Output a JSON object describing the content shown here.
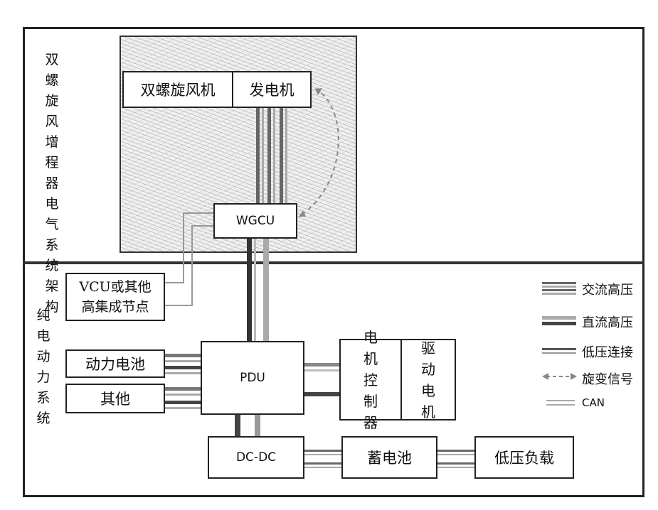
{
  "left_labels": {
    "top": "双螺旋风增程器电气系统架构",
    "bottom": "纯电动力系统"
  },
  "components": {
    "fan": "双螺旋风机",
    "generator": "发电机",
    "wgcu": "WGCU",
    "vcu": "VCU或其他高集成节点",
    "battery": "动力电池",
    "other": "其他",
    "pdu": "PDU",
    "motor_controller": "电机控制器",
    "drive_motor": "驱动电机",
    "dcdc": "DC-DC",
    "aux_battery": "蓄电池",
    "low_voltage_load": "低压负载"
  },
  "legend": [
    {
      "label": "交流高压",
      "style": "ac-high-voltage"
    },
    {
      "label": "直流高压",
      "style": "dc-high-voltage"
    },
    {
      "label": "低压连接",
      "style": "low-voltage"
    },
    {
      "label": "旋变信号",
      "style": "resolver-signal"
    },
    {
      "label": "CAN",
      "style": "can-bus"
    }
  ]
}
